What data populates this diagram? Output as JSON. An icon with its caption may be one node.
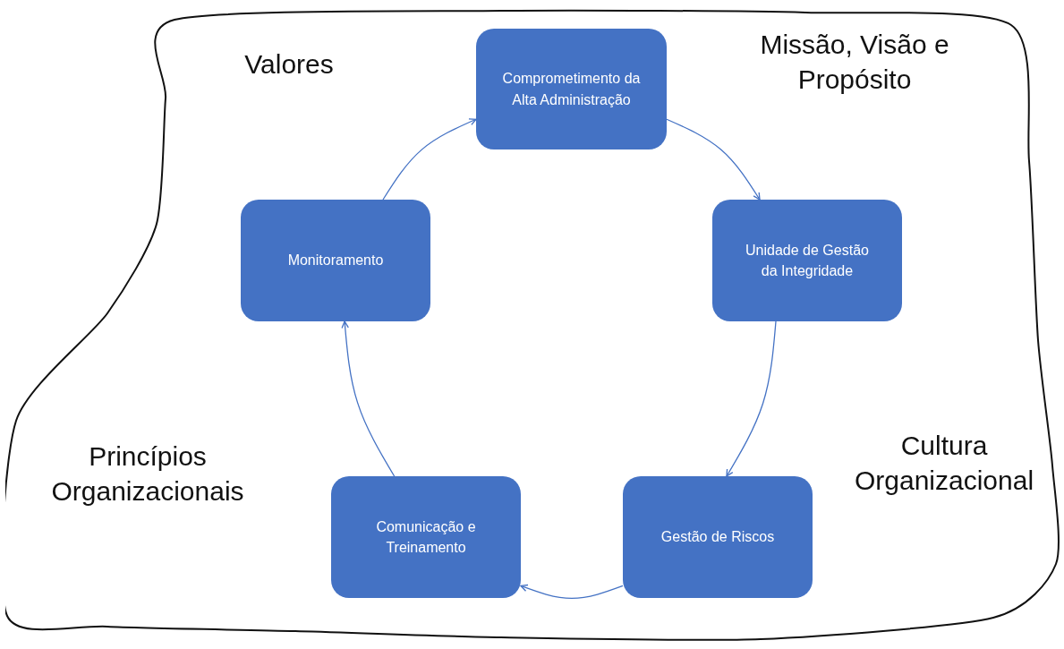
{
  "diagram": {
    "nodes": [
      {
        "text": [
          "Valores",
          "Missão, Visão e Propósito",
          "Princípios Organizacionais",
          "Cultura Organizacional"
        ]
      },
      {
        "text": [
          "Comprometimento da Alta Administração"
        ],
        "in": 0
      },
      {
        "text": [
          "Unidade de Gestão da Integridade"
        ],
        "in": 0
      },
      {
        "text": [
          "Gestão de Riscos"
        ],
        "in": 0
      },
      {
        "text": [
          "Comunicação e Treinamento"
        ],
        "in": 0
      },
      {
        "text": [
          "Monitoramento"
        ],
        "in": 0
      }
    ],
    "edges": [
      {
        "from": 1,
        "to": 2,
        "arrow": "to"
      },
      {
        "from": 2,
        "to": 3,
        "arrow": "to"
      },
      {
        "from": 3,
        "to": 4,
        "arrow": "to"
      },
      {
        "from": 4,
        "to": 5,
        "arrow": "to"
      },
      {
        "from": 5,
        "to": 1,
        "arrow": "to"
      }
    ]
  }
}
